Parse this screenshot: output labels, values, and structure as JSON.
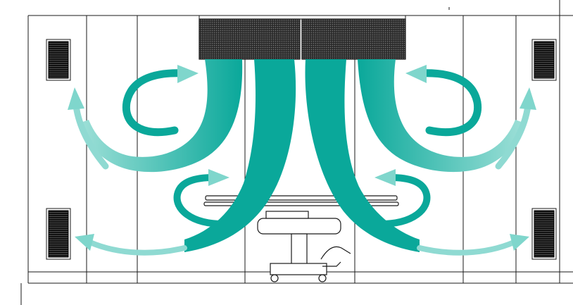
{
  "colors": {
    "background": "#ffffff",
    "line": "#1a1a1a",
    "airflow_main": "#0aa89a",
    "airflow_fade": "#8fdad2",
    "grille_fill": "#111111",
    "grille_mesh": "#4a4a4a"
  },
  "elements": {
    "ceiling_diffuser": {
      "sections": 2,
      "icon": "laminar-flow-ceiling-diffuser"
    },
    "wall_grilles": {
      "count": 4,
      "icon": "exhaust-grille"
    },
    "operating_table": {
      "icon": "operating-table"
    },
    "airflow_streams": {
      "count": 4,
      "return_arrows": 6,
      "icon": "airflow-arrow"
    }
  }
}
